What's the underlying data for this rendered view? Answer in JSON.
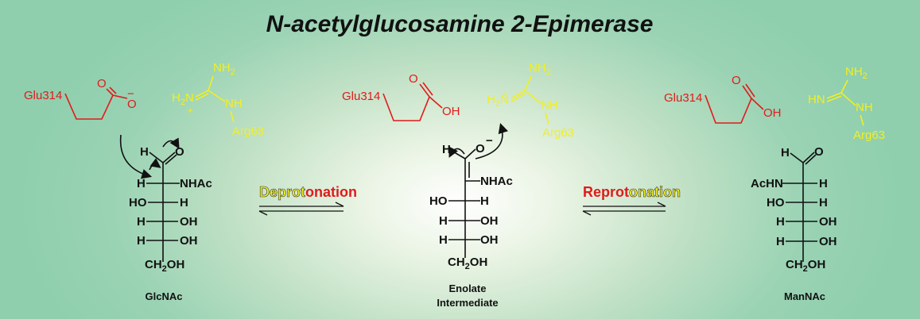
{
  "title": "N-acetylglucosamine 2-Epimerase",
  "colors": {
    "acid": "#e01b1b",
    "base": "#f2ef22",
    "ink": "#111111"
  },
  "labels": {
    "glu": "Glu314",
    "arg": "Arg63",
    "oxygen": "O",
    "oh": "OH",
    "nh2": "NH",
    "sub2": "2",
    "nh": "NH",
    "h2n": "H",
    "hn": "HN",
    "n": "N",
    "minus": "−",
    "plus": "+",
    "h": "H",
    "nhac": "NHAc",
    "achn": "AcHN",
    "ho": "HO",
    "ch2oh_a": "CH",
    "ch2oh_b": "OH"
  },
  "steps": {
    "deprot_a": "Deprot",
    "deprot_b": "onation",
    "reprot_a": "Reprot",
    "reprot_b": "onation"
  },
  "captions": {
    "glcnac": "GlcNAc",
    "enolate_1": "Enolate",
    "enolate_2": "Intermediate",
    "mannac": "ManNAc"
  }
}
